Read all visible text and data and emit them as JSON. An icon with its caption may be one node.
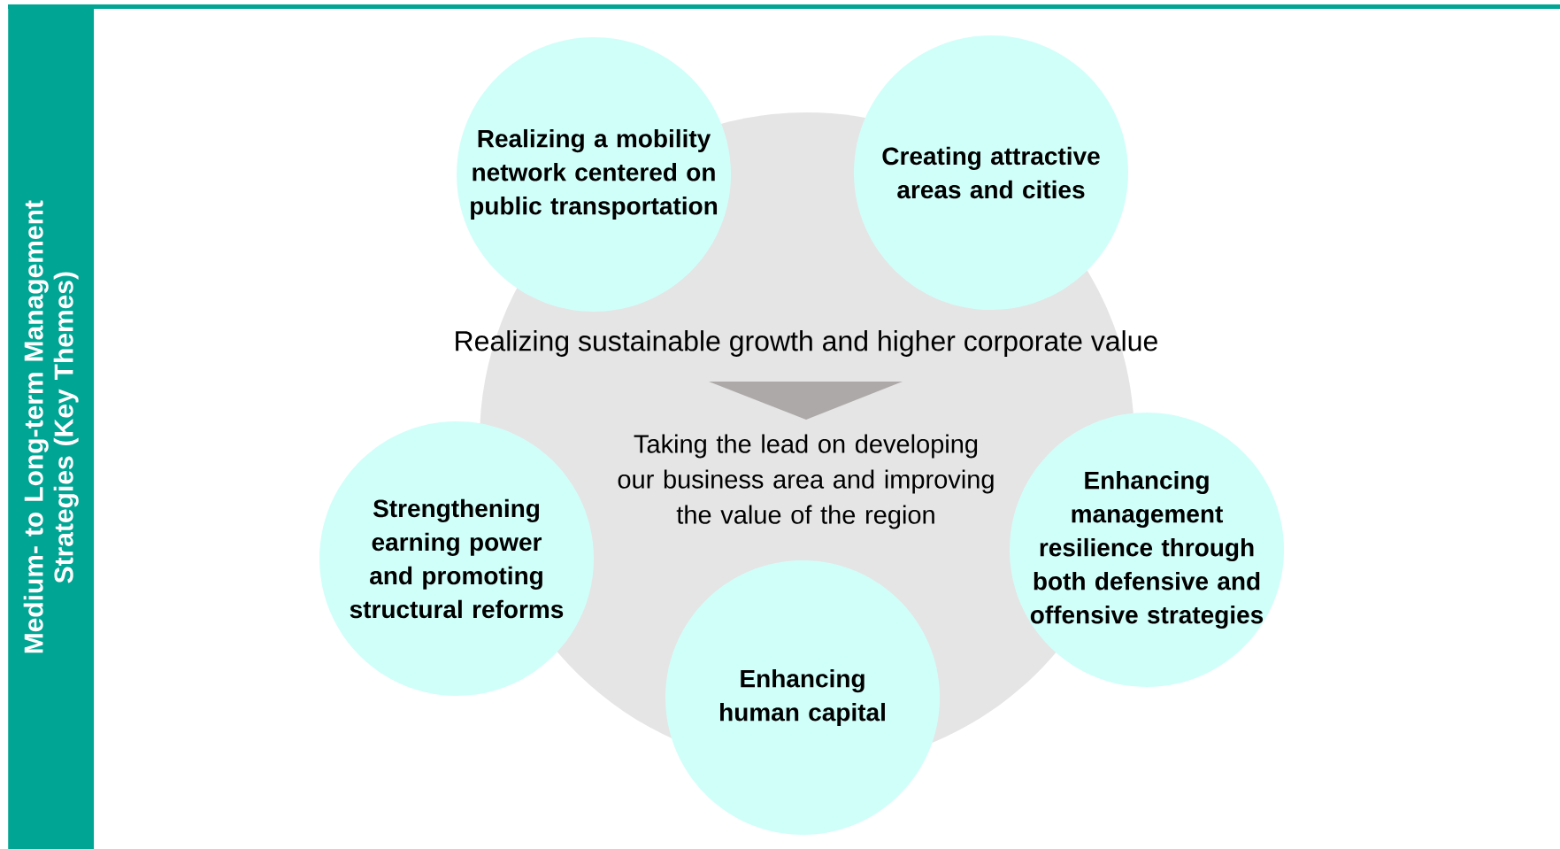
{
  "diagram": {
    "nodes": [
      {
        "text": [
          "Medium- to Long-term Management Strategies (Key Themes)"
        ]
      },
      {
        "text": [
          "Realizing sustainable growth and higher corporate value",
          "Taking the lead on developing our business area and improving the value of the region"
        ]
      },
      {
        "text": [
          "Realizing a mobility network centered on public transportation"
        ]
      },
      {
        "text": [
          "Creating attractive areas and cities"
        ]
      },
      {
        "text": [
          "Strengthening earning power and promoting structural reforms"
        ]
      },
      {
        "text": [
          "Enhancing management resilience through both defensive and offensive strategies"
        ]
      },
      {
        "text": [
          "Enhancing human capital"
        ]
      }
    ]
  }
}
